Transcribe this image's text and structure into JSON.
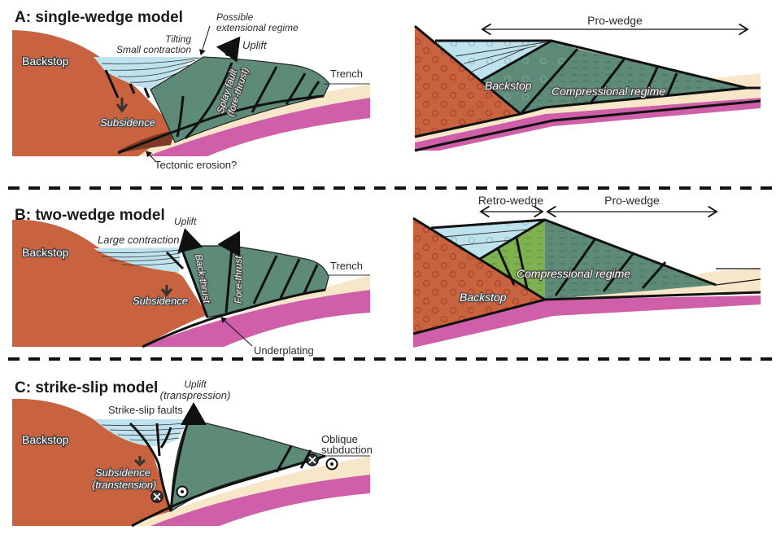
{
  "figure": {
    "panels": [
      {
        "id": "A",
        "title": "A: single-wedge model",
        "labels": {
          "backstop": "Backstop",
          "possible_extensional_1": "Possible",
          "possible_extensional_2": "extensional regime",
          "tilting": "Tilting",
          "small_contraction": "Small contraction",
          "uplift": "Uplift",
          "splay_fault_1": "Splay fault",
          "splay_fault_2": "(fore-thrust)",
          "trench": "Trench",
          "subsidence": "Subsidence",
          "tectonic_erosion": "Tectonic erosion?"
        },
        "schematic": {
          "pro_wedge": "Pro-wedge",
          "backstop": "Backstop",
          "compressional_regime": "Compressional regime"
        }
      },
      {
        "id": "B",
        "title": "B: two-wedge model",
        "labels": {
          "backstop": "Backstop",
          "uplift": "Uplift",
          "large_contraction": "Large contraction",
          "back_thrust": "Back-thrust",
          "fore_thrust": "Fore-thrust",
          "trench": "Trench",
          "subsidence": "Subsidence",
          "underplating": "Underplating"
        },
        "schematic": {
          "retro_wedge": "Retro-wedge",
          "pro_wedge": "Pro-wedge",
          "backstop": "Backstop",
          "compressional_regime": "Compressional regime"
        }
      },
      {
        "id": "C",
        "title": "C: strike-slip model",
        "labels": {
          "backstop": "Backstop",
          "uplift": "Uplift",
          "transpression": "(transpression)",
          "strike_slip_faults": "Strike-slip faults",
          "subsidence": "Subsidence",
          "transtension": "(transtension)",
          "oblique_1": "Oblique",
          "oblique_2": "subduction"
        }
      }
    ],
    "colors": {
      "backstop": "#c8623f",
      "basin": "#bfe3ee",
      "wedge": "#5e8a78",
      "retro_wedge": "#7fb24f",
      "sediment": "#f8e6c8",
      "slab": "#cf5fa8",
      "line": "#111111"
    },
    "icons": [
      "into-page-symbol",
      "out-of-page-symbol",
      "arrow-icon",
      "double-arrow-icon"
    ]
  }
}
